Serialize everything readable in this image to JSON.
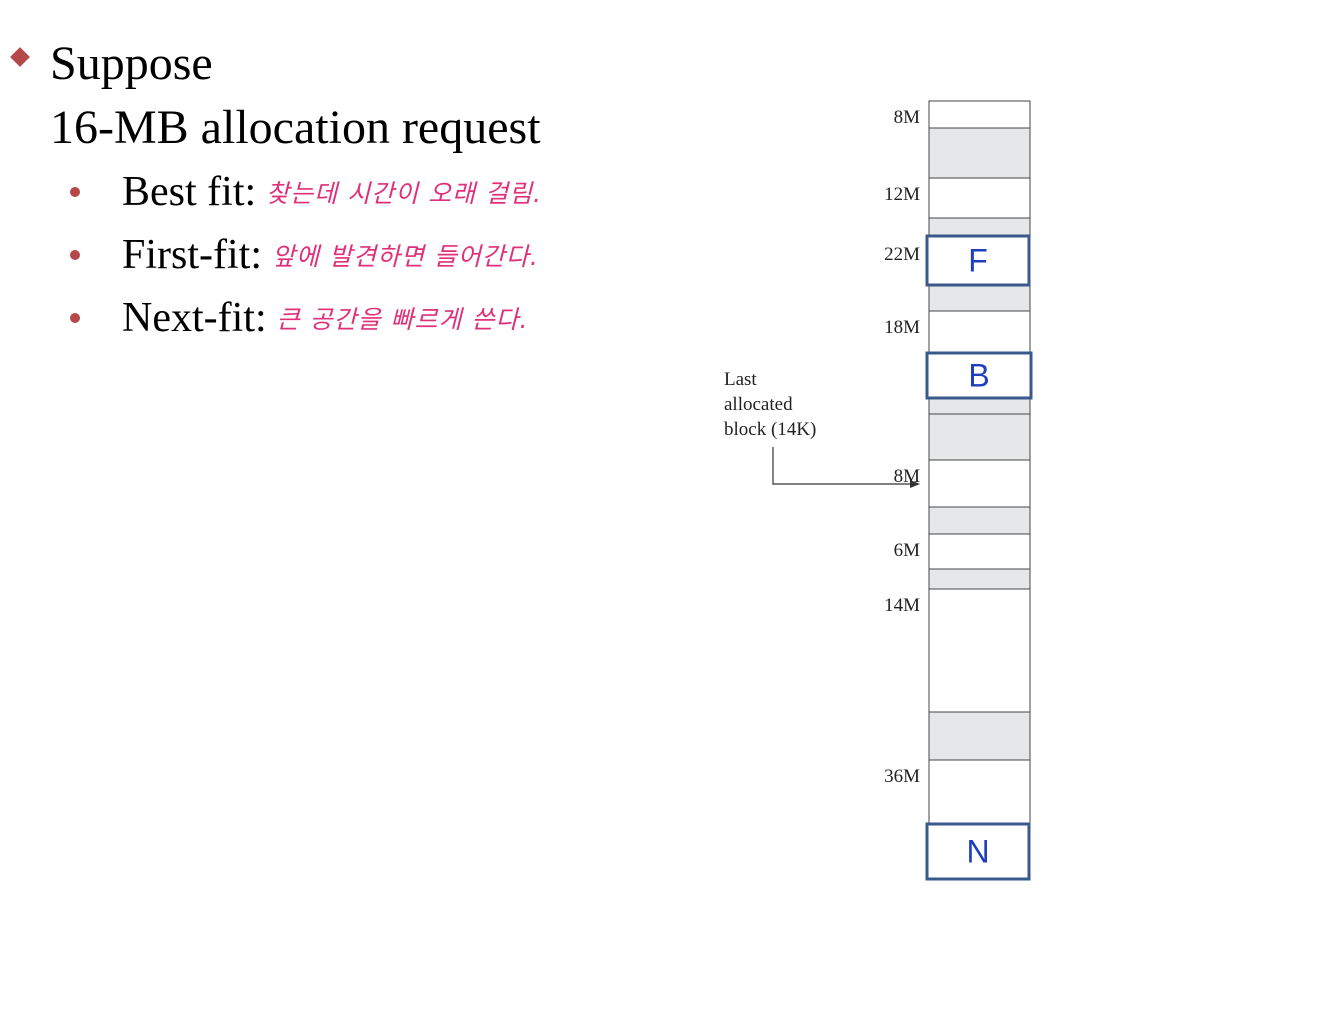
{
  "heading": {
    "line1": "Suppose",
    "line2": "16-MB allocation request"
  },
  "bullets": [
    {
      "label": "Best fit:",
      "note": "찾는데 시간이 오래 걸림."
    },
    {
      "label": "First-fit:",
      "note": "앞에 발견하면 들어간다."
    },
    {
      "label": "Next-fit:",
      "note": "큰 공간을 빠르게 쓴다."
    }
  ],
  "memory": {
    "annotation": [
      "Last",
      "allocated",
      "block (14K)"
    ],
    "blocks": [
      {
        "size": "8M",
        "state": "free"
      },
      {
        "size": "",
        "state": "allocated"
      },
      {
        "size": "12M",
        "state": "free"
      },
      {
        "size": "",
        "state": "allocated"
      },
      {
        "size": "22M",
        "state": "free",
        "highlight": "F"
      },
      {
        "size": "",
        "state": "allocated"
      },
      {
        "size": "18M",
        "state": "free",
        "highlight": "B"
      },
      {
        "size": "",
        "state": "allocated"
      },
      {
        "size": "",
        "state": "allocated"
      },
      {
        "size": "8M",
        "state": "free"
      },
      {
        "size": "",
        "state": "allocated"
      },
      {
        "size": "6M",
        "state": "free"
      },
      {
        "size": "",
        "state": "allocated"
      },
      {
        "size": "14M",
        "state": "free"
      },
      {
        "size": "",
        "state": "allocated"
      },
      {
        "size": "36M",
        "state": "free",
        "highlight": "N"
      }
    ],
    "colors": {
      "allocated": "#e6e7e8",
      "free": "#ffffff",
      "highlight_border": "#3a5a8c",
      "highlight_text": "#1f3fbf"
    }
  }
}
